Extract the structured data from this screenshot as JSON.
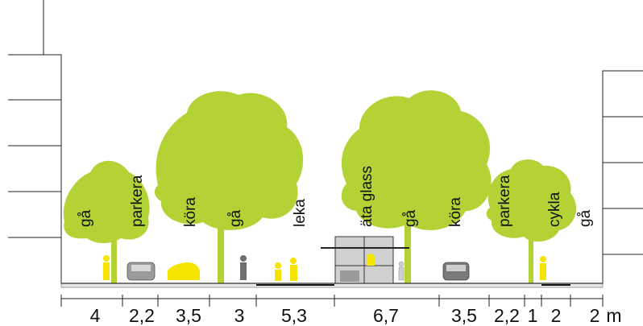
{
  "colors": {
    "tree": "#b2d235",
    "yellow": "#f5e400",
    "building_line": "#222222",
    "ground": "#333333",
    "gray": "#8c8c8c"
  },
  "activities": [
    {
      "id": "ga-left",
      "label": "gå"
    },
    {
      "id": "parkera-left",
      "label": "parkera"
    },
    {
      "id": "kora-left",
      "label": "köra"
    },
    {
      "id": "ga-mid",
      "label": "gå"
    },
    {
      "id": "leka",
      "label": "leka"
    },
    {
      "id": "ata-glass",
      "label": "äta glass"
    },
    {
      "id": "ga-right",
      "label": "gå"
    },
    {
      "id": "kora-right",
      "label": "köra"
    },
    {
      "id": "parkera-right",
      "label": "parkera"
    },
    {
      "id": "cykla",
      "label": "cykla"
    },
    {
      "id": "ga-far-right",
      "label": "gå"
    }
  ],
  "dimensions": [
    {
      "id": "d1",
      "value": "4"
    },
    {
      "id": "d2",
      "value": "2,2"
    },
    {
      "id": "d3",
      "value": "3,5"
    },
    {
      "id": "d4",
      "value": "3"
    },
    {
      "id": "d5",
      "value": "5,3"
    },
    {
      "id": "d6",
      "value": "6,7"
    },
    {
      "id": "d7",
      "value": "3,5"
    },
    {
      "id": "d8",
      "value": "2,2"
    },
    {
      "id": "d9",
      "value": "1"
    },
    {
      "id": "d10",
      "value": "2"
    },
    {
      "id": "d11",
      "value": "2"
    }
  ],
  "unit": "m"
}
